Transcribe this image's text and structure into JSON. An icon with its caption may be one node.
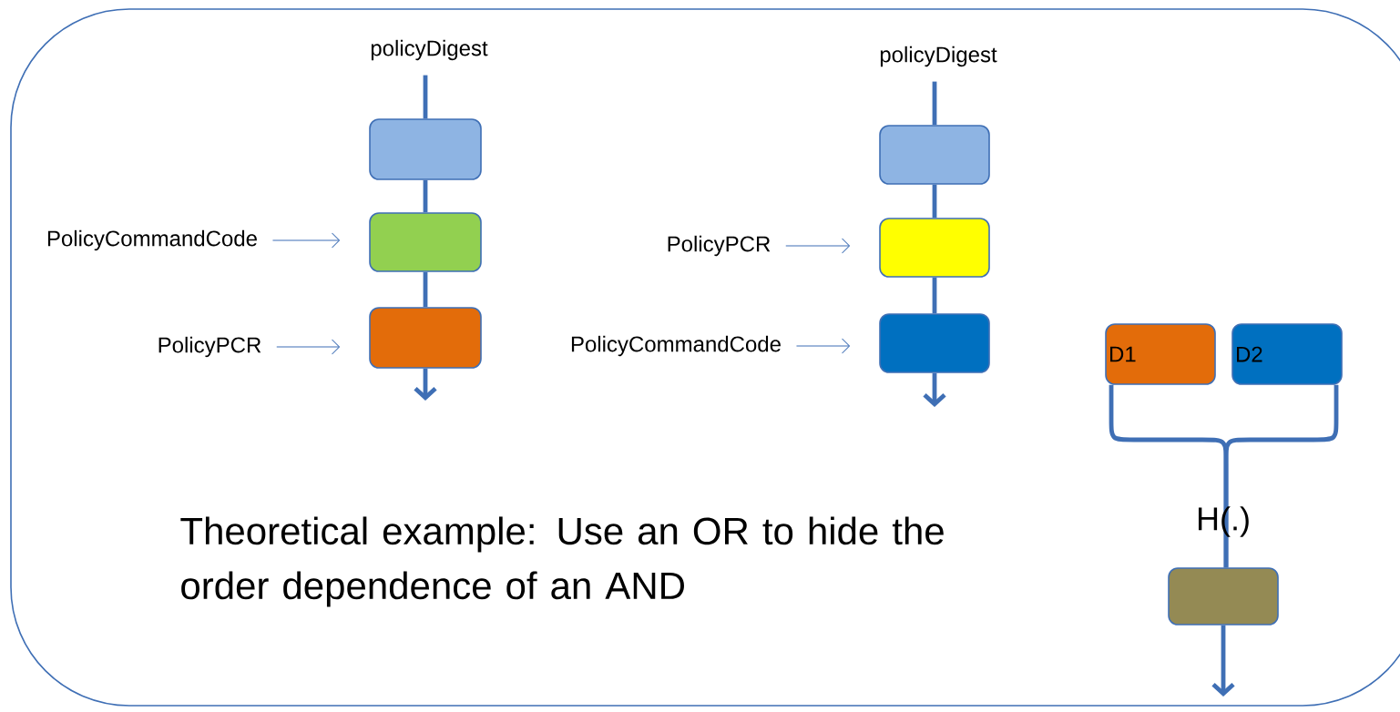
{
  "diagram": {
    "nodes": [
      {
        "text": [
          "policyDigest"
        ]
      },
      {
        "text": [],
        "shape": "box"
      },
      {
        "text": [],
        "shape": "box"
      },
      {
        "text": [],
        "shape": "box"
      },
      {
        "text": [
          "PolicyCommandCode"
        ]
      },
      {
        "text": [
          "PolicyPCR"
        ]
      },
      {
        "text": [
          "policyDigest"
        ]
      },
      {
        "text": [],
        "shape": "box"
      },
      {
        "text": [],
        "shape": "box"
      },
      {
        "text": [],
        "shape": "box"
      },
      {
        "text": [
          "PolicyPCR"
        ]
      },
      {
        "text": [
          "PolicyCommandCode"
        ]
      },
      {
        "text": [
          "D1"
        ]
      },
      {
        "text": [
          "D2"
        ]
      },
      {
        "text": [],
        "shape": "box"
      }
    ],
    "edges": [
      {
        "from": 0,
        "to": 1,
        "arrow": "none"
      },
      {
        "from": 1,
        "to": 2,
        "arrow": "none"
      },
      {
        "from": 2,
        "to": 3,
        "arrow": "none"
      },
      {
        "from": 3,
        "to": null,
        "arrow": "to"
      },
      {
        "from": 4,
        "to": 2,
        "arrow": "to"
      },
      {
        "from": 5,
        "to": 3,
        "arrow": "to"
      },
      {
        "from": 6,
        "to": 7,
        "arrow": "none"
      },
      {
        "from": 7,
        "to": 8,
        "arrow": "none"
      },
      {
        "from": 8,
        "to": 9,
        "arrow": "none"
      },
      {
        "from": 9,
        "to": null,
        "arrow": "to"
      },
      {
        "from": 10,
        "to": 8,
        "arrow": "to"
      },
      {
        "from": 11,
        "to": 9,
        "arrow": "to"
      },
      {
        "from": 12,
        "to": 14,
        "arrow": "none"
      },
      {
        "from": 13,
        "to": 14,
        "arrow": "none"
      },
      {
        "from": 14,
        "to": null,
        "arrow": "to"
      }
    ],
    "labels": [
      "H(.)",
      "Theoretical example: Use an OR to hide the order dependence of an AND"
    ]
  }
}
